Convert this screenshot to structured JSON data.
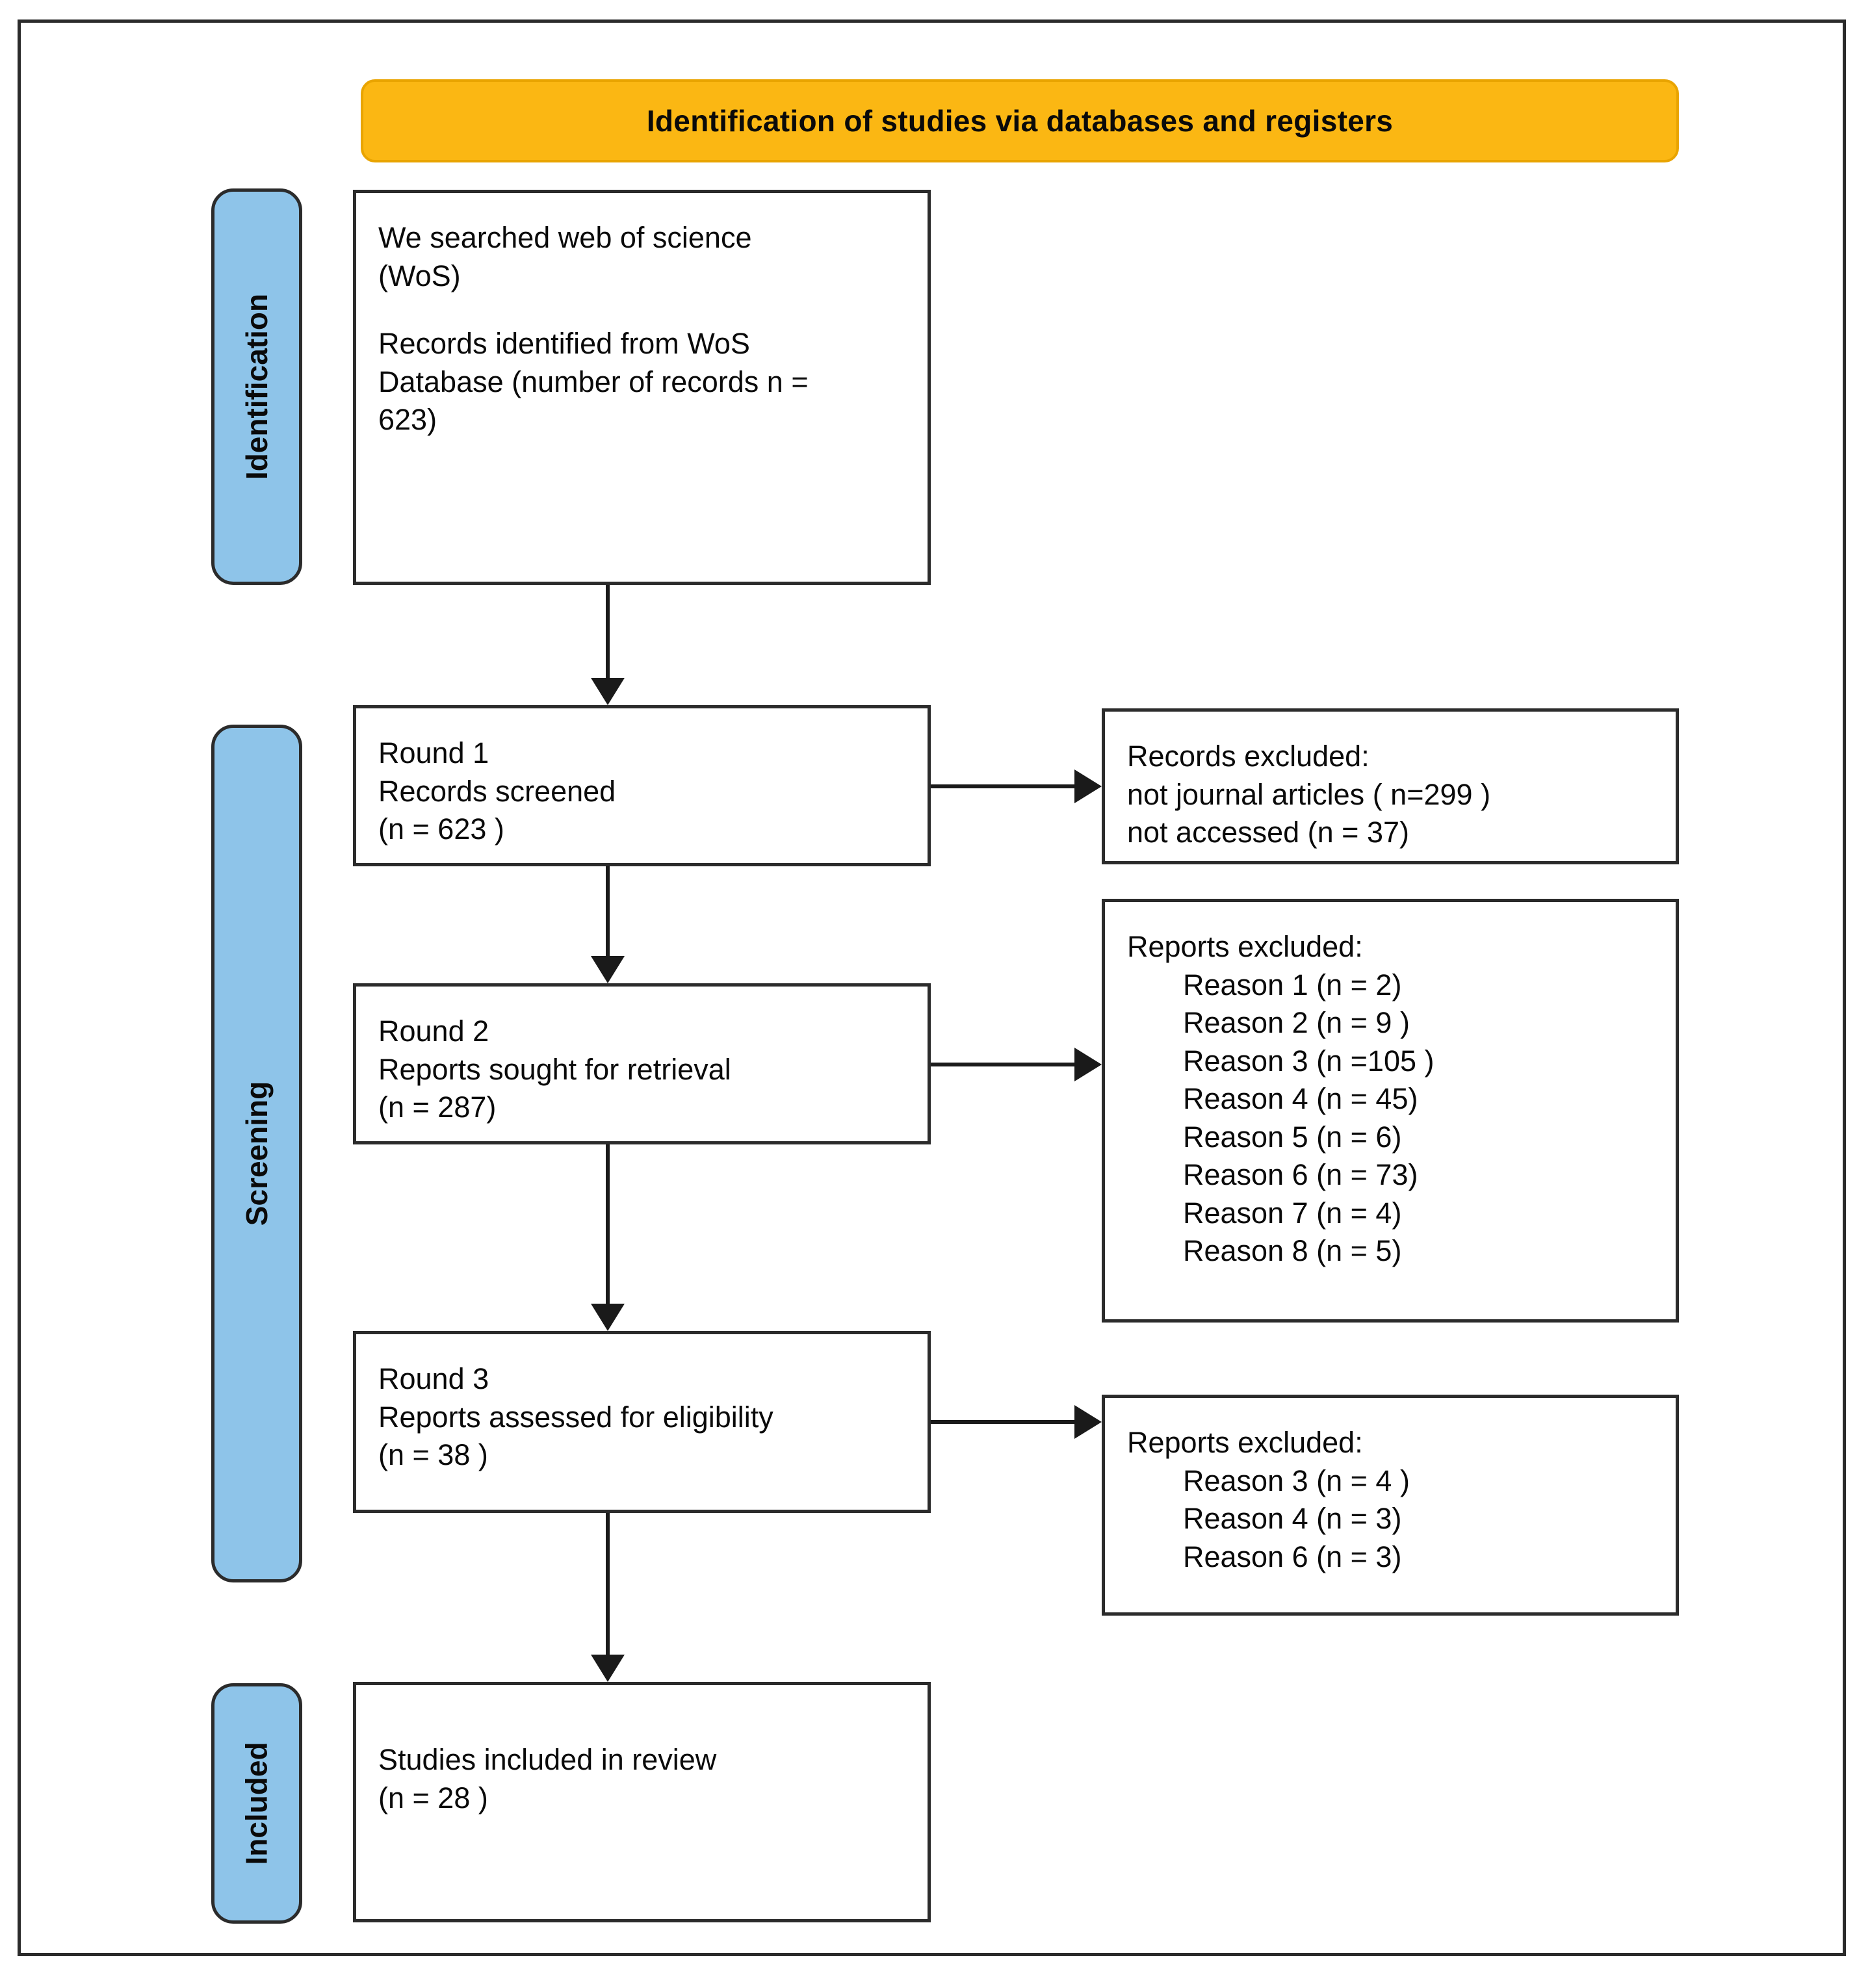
{
  "banner": {
    "title": "Identification of studies via databases and registers"
  },
  "stages": {
    "identification": "Identification",
    "screening": "Screening",
    "included": "Included"
  },
  "boxes": {
    "identification": {
      "line1": "We searched web of science",
      "line2": "(WoS)",
      "line3": "Records identified from WoS",
      "line4": "Database (number of records n =",
      "line5": "623)"
    },
    "round1": {
      "line1": "Round 1",
      "line2": "Records screened",
      "line3": "(n = 623 )"
    },
    "round2": {
      "line1": "Round 2",
      "line2": "Reports sought for retrieval",
      "line3": "(n = 287)"
    },
    "round3": {
      "line1": "Round 3",
      "line2": "Reports assessed for eligibility",
      "line3": "(n = 38 )"
    },
    "included": {
      "line1": "Studies included in review",
      "line2": "(n = 28 )"
    },
    "excluded_1": {
      "heading": "Records excluded:",
      "line1": "not journal articles ( n=299 )",
      "line2": "not accessed (n = 37)"
    },
    "excluded_2": {
      "heading": "Reports excluded:",
      "reasons": [
        "Reason 1 (n = 2)",
        "Reason 2 (n = 9 )",
        "Reason 3 (n =105 )",
        "Reason 4 (n = 45)",
        "Reason 5 (n = 6)",
        "Reason 6 (n = 73)",
        "Reason 7 (n = 4)",
        "Reason 8 (n = 5)"
      ]
    },
    "excluded_3": {
      "heading": "Reports excluded:",
      "reasons": [
        "Reason 3 (n = 4 )",
        "Reason 4 (n = 3)",
        "Reason 6 (n = 3)"
      ]
    }
  },
  "chart_data": {
    "type": "diagram",
    "title": "Identification of studies via databases and registers",
    "diagram_kind": "PRISMA flow diagram",
    "stages": [
      "Identification",
      "Screening",
      "Included"
    ],
    "nodes": [
      {
        "id": "identification",
        "stage": "Identification",
        "label": "Records identified from WoS Database",
        "n": 623
      },
      {
        "id": "round1",
        "stage": "Screening",
        "label": "Round 1 Records screened",
        "n": 623
      },
      {
        "id": "round2",
        "stage": "Screening",
        "label": "Round 2 Reports sought for retrieval",
        "n": 287
      },
      {
        "id": "round3",
        "stage": "Screening",
        "label": "Round 3 Reports assessed for eligibility",
        "n": 38
      },
      {
        "id": "included",
        "stage": "Included",
        "label": "Studies included in review",
        "n": 28
      }
    ],
    "exclusions": [
      {
        "from": "round1",
        "label": "Records excluded",
        "items": [
          {
            "reason": "not journal articles",
            "n": 299
          },
          {
            "reason": "not accessed",
            "n": 37
          }
        ]
      },
      {
        "from": "round2",
        "label": "Reports excluded",
        "items": [
          {
            "reason": "Reason 1",
            "n": 2
          },
          {
            "reason": "Reason 2",
            "n": 9
          },
          {
            "reason": "Reason 3",
            "n": 105
          },
          {
            "reason": "Reason 4",
            "n": 45
          },
          {
            "reason": "Reason 5",
            "n": 6
          },
          {
            "reason": "Reason 6",
            "n": 73
          },
          {
            "reason": "Reason 7",
            "n": 4
          },
          {
            "reason": "Reason 8",
            "n": 5
          }
        ]
      },
      {
        "from": "round3",
        "label": "Reports excluded",
        "items": [
          {
            "reason": "Reason 3",
            "n": 4
          },
          {
            "reason": "Reason 4",
            "n": 3
          },
          {
            "reason": "Reason 6",
            "n": 3
          }
        ]
      }
    ],
    "colors": {
      "banner": "#FBB713",
      "stage_bar": "#8EC4E9",
      "box_border": "#2b2b2b",
      "text": "#0a0a0a"
    }
  }
}
